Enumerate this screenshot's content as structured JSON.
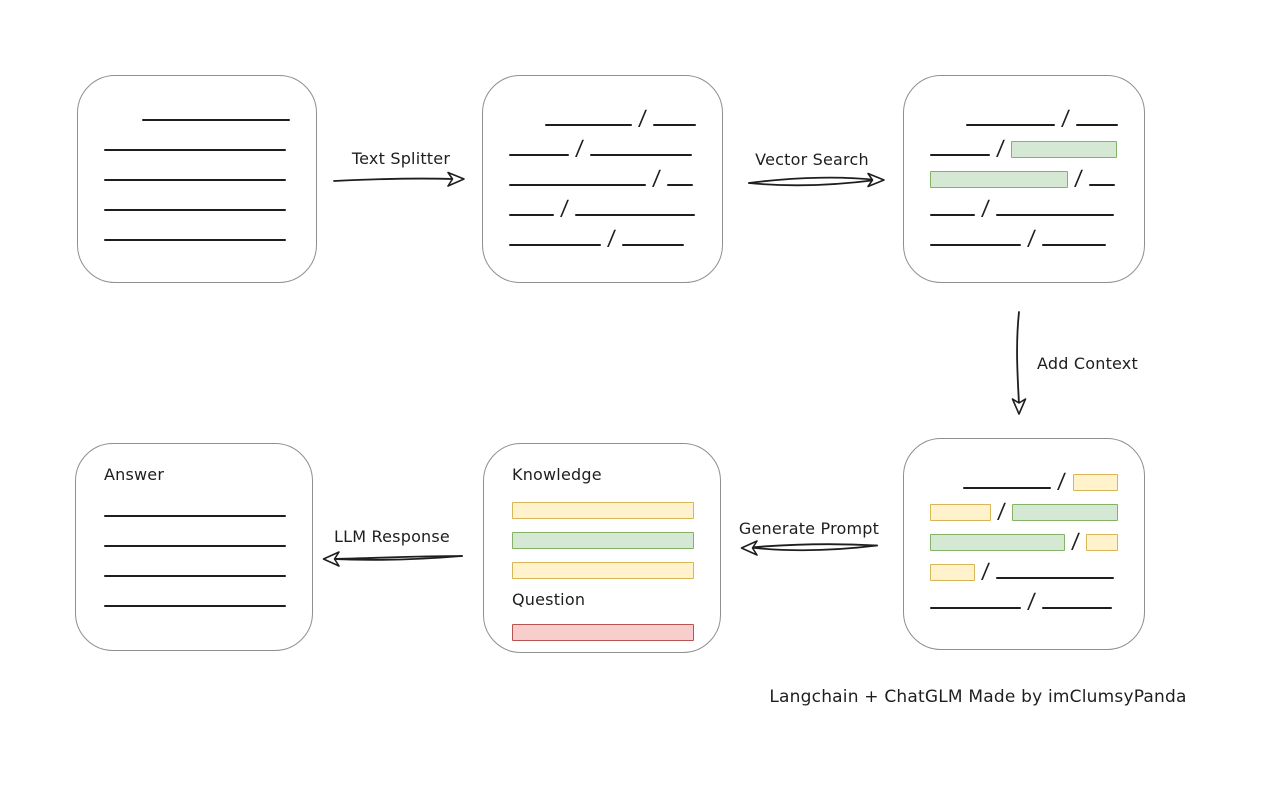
{
  "caption": "Langchain + ChatGLM Made by imClumsyPanda",
  "labels": {
    "text_splitter": "Text Splitter",
    "vector_search": "Vector Search",
    "add_context": "Add Context",
    "generate_prompt": "Generate Prompt",
    "llm_response": "LLM Response",
    "knowledge": "Knowledge",
    "question": "Question",
    "answer": "Answer"
  },
  "colors": {
    "line": "#1e1e1e",
    "box_border": "#8f8f8f",
    "green_fill": "#d5e8d4",
    "green_stroke": "#82b366",
    "yellow_fill": "#fff2cc",
    "yellow_stroke": "#d6b656",
    "red_fill": "#f8cecc",
    "red_stroke": "#b85450"
  },
  "boxes": {
    "document": {
      "rows": [
        [
          {
            "k": "space",
            "w": 32
          },
          {
            "k": "line",
            "w": 150
          }
        ],
        [
          {
            "k": "line",
            "w": 182
          }
        ],
        [
          {
            "k": "line",
            "w": 182
          }
        ],
        [
          {
            "k": "line",
            "w": 182
          }
        ],
        [
          {
            "k": "line",
            "w": 182
          }
        ]
      ]
    },
    "chunks": {
      "rows": [
        [
          {
            "k": "space",
            "w": 30
          },
          {
            "k": "line",
            "w": 90
          },
          {
            "k": "slash"
          },
          {
            "k": "line",
            "w": 44
          }
        ],
        [
          {
            "k": "line",
            "w": 60
          },
          {
            "k": "slash"
          },
          {
            "k": "line",
            "w": 102
          }
        ],
        [
          {
            "k": "line",
            "w": 137
          },
          {
            "k": "slash"
          },
          {
            "k": "line",
            "w": 26
          }
        ],
        [
          {
            "k": "line",
            "w": 45
          },
          {
            "k": "slash"
          },
          {
            "k": "line",
            "w": 120
          }
        ],
        [
          {
            "k": "line",
            "w": 92
          },
          {
            "k": "slash"
          },
          {
            "k": "line",
            "w": 62
          }
        ]
      ]
    },
    "search_results": {
      "rows": [
        [
          {
            "k": "space",
            "w": 30
          },
          {
            "k": "line",
            "w": 92
          },
          {
            "k": "slash"
          },
          {
            "k": "line",
            "w": 44
          }
        ],
        [
          {
            "k": "line",
            "w": 60
          },
          {
            "k": "slash"
          },
          {
            "k": "green",
            "w": 106
          }
        ],
        [
          {
            "k": "green",
            "w": 138
          },
          {
            "k": "slash"
          },
          {
            "k": "line",
            "w": 26
          }
        ],
        [
          {
            "k": "line",
            "w": 45
          },
          {
            "k": "slash"
          },
          {
            "k": "line",
            "w": 118
          }
        ],
        [
          {
            "k": "line",
            "w": 91
          },
          {
            "k": "slash"
          },
          {
            "k": "line",
            "w": 64
          }
        ]
      ]
    },
    "context": {
      "rows": [
        [
          {
            "k": "space",
            "w": 28
          },
          {
            "k": "line",
            "w": 93
          },
          {
            "k": "slash"
          },
          {
            "k": "yellow",
            "w": 48
          }
        ],
        [
          {
            "k": "yellow",
            "w": 62
          },
          {
            "k": "slash"
          },
          {
            "k": "green",
            "w": 107
          }
        ],
        [
          {
            "k": "green",
            "w": 138
          },
          {
            "k": "slash"
          },
          {
            "k": "yellow",
            "w": 33
          }
        ],
        [
          {
            "k": "yellow",
            "w": 45
          },
          {
            "k": "slash"
          },
          {
            "k": "line",
            "w": 118
          }
        ],
        [
          {
            "k": "line",
            "w": 91
          },
          {
            "k": "slash"
          },
          {
            "k": "line",
            "w": 70
          }
        ]
      ]
    },
    "prompt": {
      "knowledge_bars": [
        [
          {
            "k": "yellow",
            "w": 183
          }
        ],
        [
          {
            "k": "green",
            "w": 183
          }
        ],
        [
          {
            "k": "yellow",
            "w": 183
          }
        ]
      ],
      "question_bars": [
        [
          {
            "k": "red",
            "w": 183
          }
        ]
      ]
    },
    "answer": {
      "rows": [
        [
          {
            "k": "line",
            "w": 182
          }
        ],
        [
          {
            "k": "line",
            "w": 182
          }
        ],
        [
          {
            "k": "line",
            "w": 182
          }
        ],
        [
          {
            "k": "line",
            "w": 182
          }
        ]
      ]
    }
  }
}
